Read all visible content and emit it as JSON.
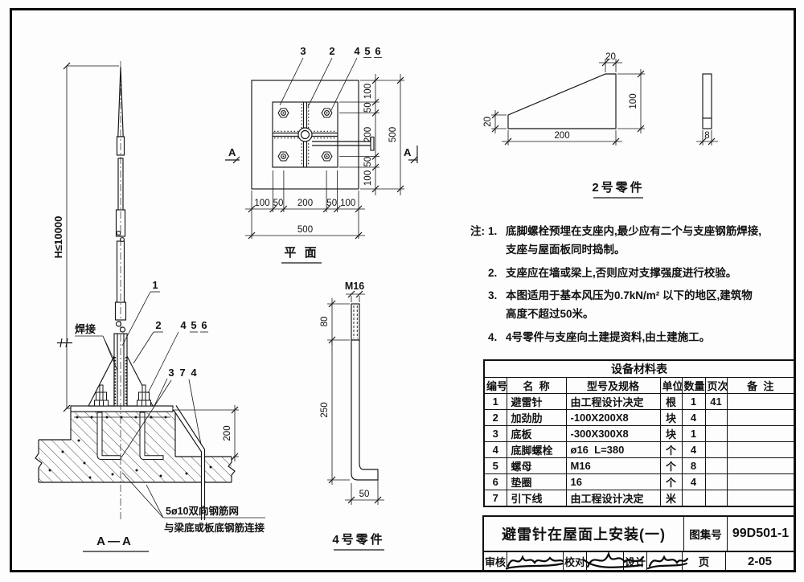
{
  "doc": {
    "title": "避雷针在屋面上安装(一)",
    "atlas_label": "图集号",
    "atlas_no": "99D501-1",
    "page_label": "页",
    "page_no": "2-05",
    "review_label": "审核",
    "check_label": "校对",
    "design_label": "设计"
  },
  "elevation": {
    "height_dim": "H≤10000",
    "weld_label": "焊接",
    "callout_1": "1",
    "callout_2": "2",
    "callout_4": "4",
    "callout_5": "5",
    "callout_6": "6",
    "callout_3": "3",
    "callout_7": "7",
    "callout_4b": "4",
    "dim_200": "200",
    "rebar_note_1": "5ø10双向钢筋网",
    "rebar_note_2": "与梁底或板底钢筋连接",
    "title": "A—A"
  },
  "plan": {
    "callout_3": "3",
    "callout_2": "2",
    "callout_4": "4",
    "callout_5": "5",
    "callout_6": "6",
    "dims_bottom": [
      "100",
      "50",
      "200",
      "50",
      "100"
    ],
    "dim_bottom_total": "500",
    "dims_right": [
      "100",
      "50",
      "200",
      "50",
      "100"
    ],
    "dim_right_total": "500",
    "section_mark_left": "A",
    "section_mark_right": "A",
    "title": "平 面"
  },
  "part2": {
    "dim_top": "20",
    "dim_right": "100",
    "dim_left": "20",
    "dim_bottom": "200",
    "dim_thickness": "8",
    "title": "2号零件"
  },
  "part4": {
    "thread_label": "M16",
    "dim_thread": "80",
    "dim_shaft": "250",
    "dim_foot": "50",
    "title": "4号零件"
  },
  "notes": {
    "label": "注:",
    "items": [
      {
        "no": "1.",
        "line1": "底脚螺栓预埋在支座内,最少应有二个与支座钢筋焊接,",
        "line2": "支座与屋面板同时捣制。"
      },
      {
        "no": "2.",
        "line1": "支座应在墙或梁上,否则应对支撑强度进行校验。"
      },
      {
        "no": "3.",
        "line1": "本图适用于基本风压为0.7kN/m² 以下的地区,建筑物",
        "line2": "高度不超过50米。"
      },
      {
        "no": "4.",
        "line1": "4号零件与支座向土建提资料,由土建施工。"
      }
    ]
  },
  "table": {
    "title": "设备材料表",
    "headers": [
      "编号",
      "名  称",
      "型号及规格",
      "单位",
      "数量",
      "页次",
      "备  注"
    ],
    "rows": [
      [
        "1",
        "避雷针",
        "由工程设计决定",
        "根",
        "1",
        "41",
        ""
      ],
      [
        "2",
        "加劲肋",
        "-100X200X8",
        "块",
        "4",
        "",
        ""
      ],
      [
        "3",
        "底板",
        "-300X300X8",
        "块",
        "1",
        "",
        ""
      ],
      [
        "4",
        "底脚螺栓",
        "ø16  L=380",
        "个",
        "4",
        "",
        ""
      ],
      [
        "5",
        "螺母",
        "M16",
        "个",
        "8",
        "",
        ""
      ],
      [
        "6",
        "垫圈",
        "16",
        "个",
        "4",
        "",
        ""
      ],
      [
        "7",
        "引下线",
        "由工程设计决定",
        "米",
        "",
        "",
        ""
      ]
    ]
  }
}
